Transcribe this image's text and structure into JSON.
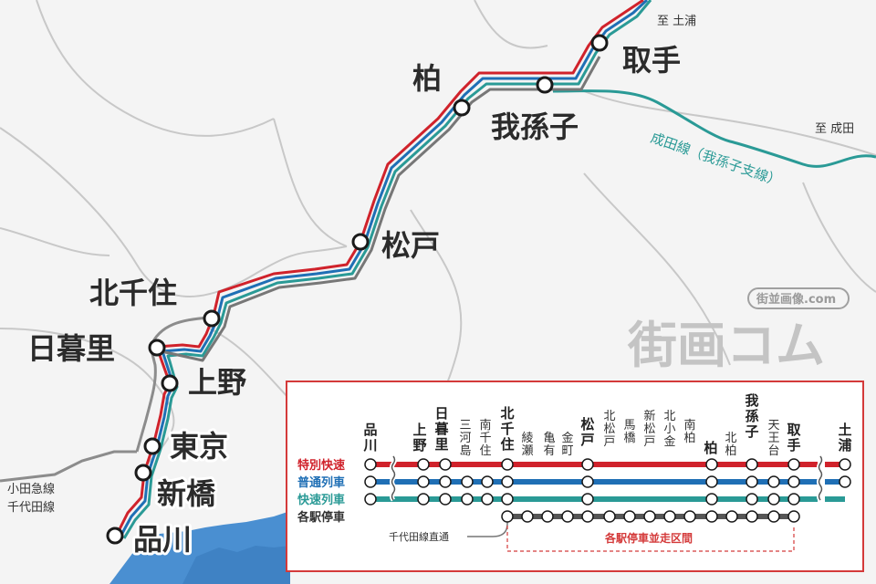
{
  "colors": {
    "rapid_special": "#d0222b",
    "local": "#1f6fb5",
    "rapid": "#2a9a96",
    "local_all_stops": "#555555",
    "land": "#f4f4f4",
    "sea": "#4a8fd1",
    "panel_border": "#d43a3a"
  },
  "map": {
    "stations": [
      {
        "name": "品川",
        "icon": "station-circle"
      },
      {
        "name": "新橋",
        "icon": "station-circle"
      },
      {
        "name": "東京",
        "icon": "station-circle"
      },
      {
        "name": "上野",
        "icon": "station-circle"
      },
      {
        "name": "日暮里",
        "icon": "station-circle"
      },
      {
        "name": "北千住",
        "icon": "station-circle"
      },
      {
        "name": "松戸",
        "icon": "station-circle"
      },
      {
        "name": "柏",
        "icon": "station-circle"
      },
      {
        "name": "我孫子",
        "icon": "station-circle"
      },
      {
        "name": "取手",
        "icon": "station-circle"
      }
    ],
    "to_tsuchiura": "至 土浦",
    "to_narita": "至 成田",
    "narita_line": "成田線（我孫子支線）",
    "odakyu_line": "小田急線",
    "chiyoda_line": "千代田線"
  },
  "watermark": {
    "main": "街画コム",
    "sub": "街並画像.com"
  },
  "diagram": {
    "stations": [
      "品川",
      "上野",
      "日暮里",
      "三河島",
      "南千住",
      "北千住",
      "綾瀬",
      "亀有",
      "金町",
      "松戸",
      "北松戸",
      "馬橋",
      "新松戸",
      "北小金",
      "南柏",
      "柏",
      "北柏",
      "我孫子",
      "天王台",
      "取手",
      "土浦"
    ],
    "legend": [
      {
        "label": "特別快速",
        "color": "#d0222b"
      },
      {
        "label": "普通列車",
        "color": "#1f6fb5"
      },
      {
        "label": "快速列車",
        "color": "#2a9a96"
      },
      {
        "label": "各駅停車",
        "color": "#333333"
      }
    ],
    "chiyoda_direct": "千代田線直通",
    "local_zone": "各駅停車並走区間"
  }
}
